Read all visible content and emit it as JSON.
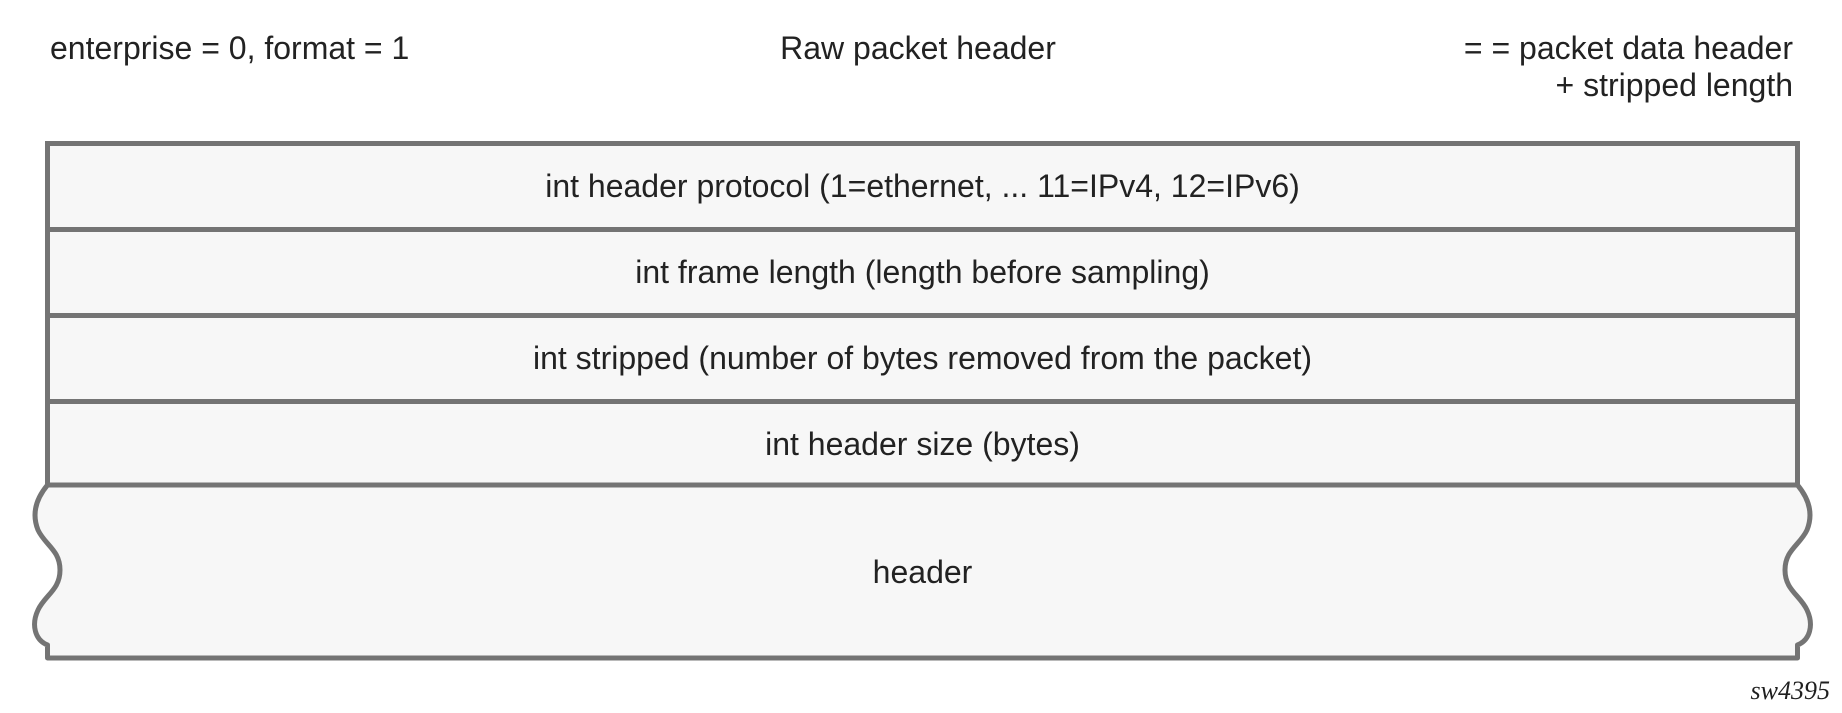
{
  "annotations": {
    "top_left": "enterprise = 0, format = 1",
    "top_center": "Raw packet header",
    "top_right": {
      "line1": "= = packet data header",
      "line2": "+ stripped length"
    },
    "figure_id": "sw4395"
  },
  "structure": {
    "fields": [
      "int header protocol (1=ethernet, ... 11=IPv4, 12=IPv6)",
      "int frame length (length before sampling)",
      "int stripped (number of bytes removed from the packet)",
      "int header size (bytes)"
    ],
    "variable_field": "header"
  },
  "colors": {
    "border": "#747474",
    "fill": "#f7f7f7",
    "text": "#222222",
    "background": "#ffffff"
  }
}
